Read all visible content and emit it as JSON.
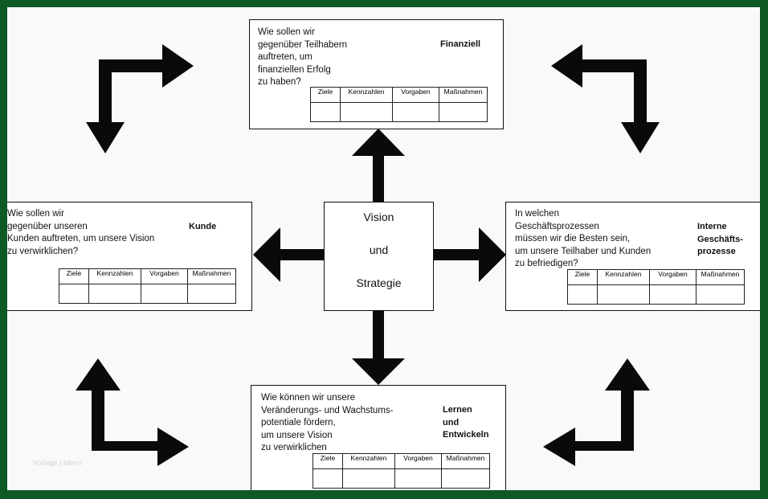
{
  "center": {
    "line1": "Vision",
    "line2": "und",
    "line3": "Strategie"
  },
  "table_headers": [
    "Ziele",
    "Kennzahlen",
    "Vorgaben",
    "Maßnahmen"
  ],
  "perspectives": {
    "finanziell": {
      "question": "Wie sollen wir\ngegenüber Teilhabern\nauftreten, um\nfinanziellen Erfolg\nzu haben?",
      "category": "Finanziell"
    },
    "kunde": {
      "question": "Wie sollen wir\ngegenüber unseren\nKunden auftreten, um unsere Vision\nzu verwirklichen?",
      "category": "Kunde"
    },
    "prozesse": {
      "question": "In welchen\nGeschäftsprozessen\nmüssen wir die Besten sein,\num unsere Teilhaber und Kunden\nzu befriedigen?",
      "category": "Interne\nGeschäfts-\nprozesse"
    },
    "lernen": {
      "question": "Wie können wir unsere\nVeränderungs- und Wachstums-\npotentiale fördern,\num unsere Vision\nzu verwirklichen",
      "category": "Lernen\n    und\nEntwickeln"
    }
  },
  "watermark": "Vorlage | Ideen",
  "colors": {
    "frame": "#0f5a24",
    "background": "#f8f9f8",
    "arrow": "#0a0a0a"
  }
}
